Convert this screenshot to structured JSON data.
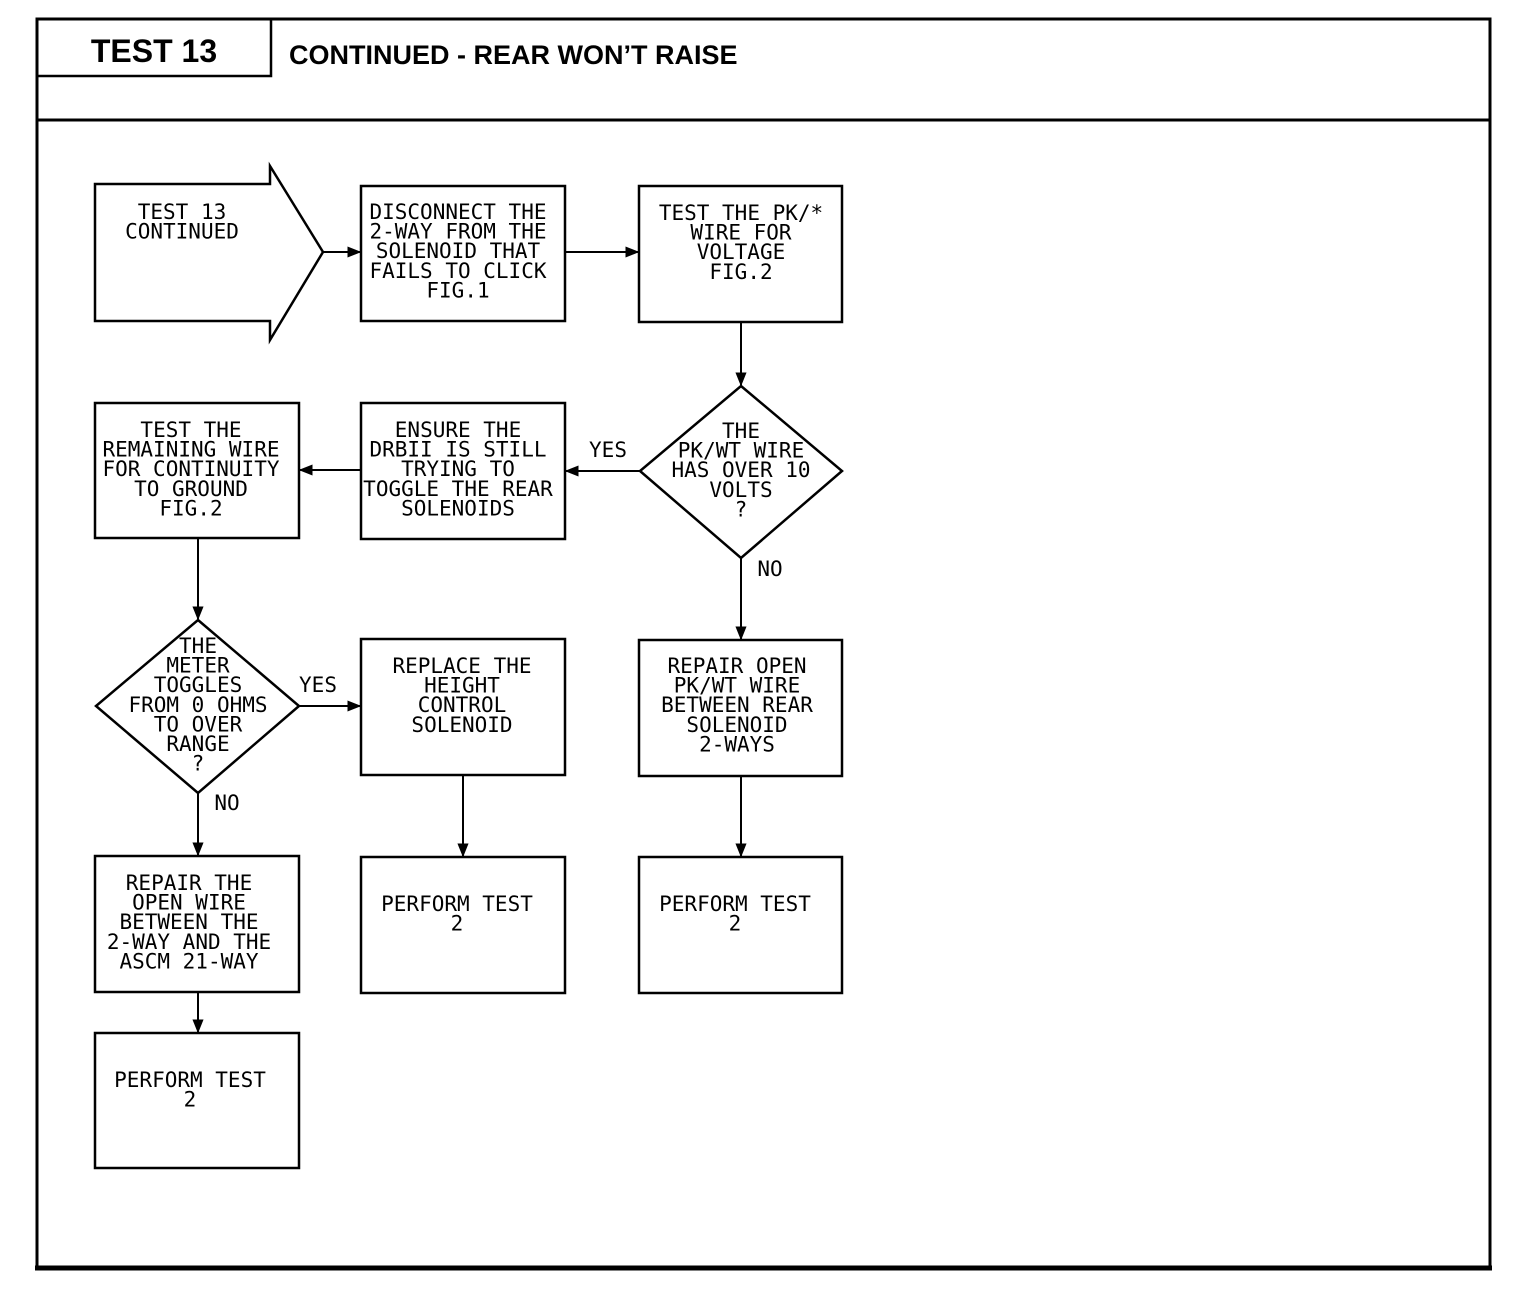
{
  "header": {
    "test_label": "TEST 13",
    "title": "CONTINUED - REAR WON’T RAISE"
  },
  "nodes": {
    "start": [
      "TEST 13",
      "CONTINUED"
    ],
    "disconnect": [
      "DISCONNECT THE",
      "2-WAY FROM THE",
      "SOLENOID THAT",
      "FAILS TO CLICK",
      "FIG.1"
    ],
    "test_pk": [
      "TEST THE PK/*",
      "WIRE FOR",
      "VOLTAGE",
      "FIG.2"
    ],
    "decision_voltage": [
      "THE",
      "PK/WT WIRE",
      "HAS OVER 10",
      "VOLTS",
      "?"
    ],
    "ensure_drbii": [
      "ENSURE THE",
      "DRBII IS STILL",
      "TRYING TO",
      "TOGGLE THE REAR",
      "SOLENOIDS"
    ],
    "test_remaining": [
      "TEST THE",
      "REMAINING WIRE",
      "FOR CONTINUITY",
      "TO GROUND",
      "FIG.2"
    ],
    "decision_meter": [
      "THE",
      "METER",
      "TOGGLES",
      "FROM 0 OHMS",
      "TO OVER",
      "RANGE",
      "?"
    ],
    "replace_solenoid": [
      "REPLACE THE",
      "HEIGHT",
      "CONTROL",
      "SOLENOID"
    ],
    "repair_pk": [
      "REPAIR OPEN",
      "PK/WT WIRE",
      "BETWEEN REAR",
      "SOLENOID",
      "2-WAYS"
    ],
    "repair_open": [
      "REPAIR THE",
      "OPEN WIRE",
      "BETWEEN THE",
      "2-WAY AND THE",
      "ASCM 21-WAY"
    ],
    "perform_a": [
      "PERFORM TEST",
      "2"
    ],
    "perform_b": [
      "PERFORM TEST",
      "2"
    ],
    "perform_c": [
      "PERFORM TEST",
      "2"
    ]
  },
  "edge_labels": {
    "voltage_yes": "YES",
    "voltage_no": "NO",
    "meter_yes": "YES",
    "meter_no": "NO"
  }
}
